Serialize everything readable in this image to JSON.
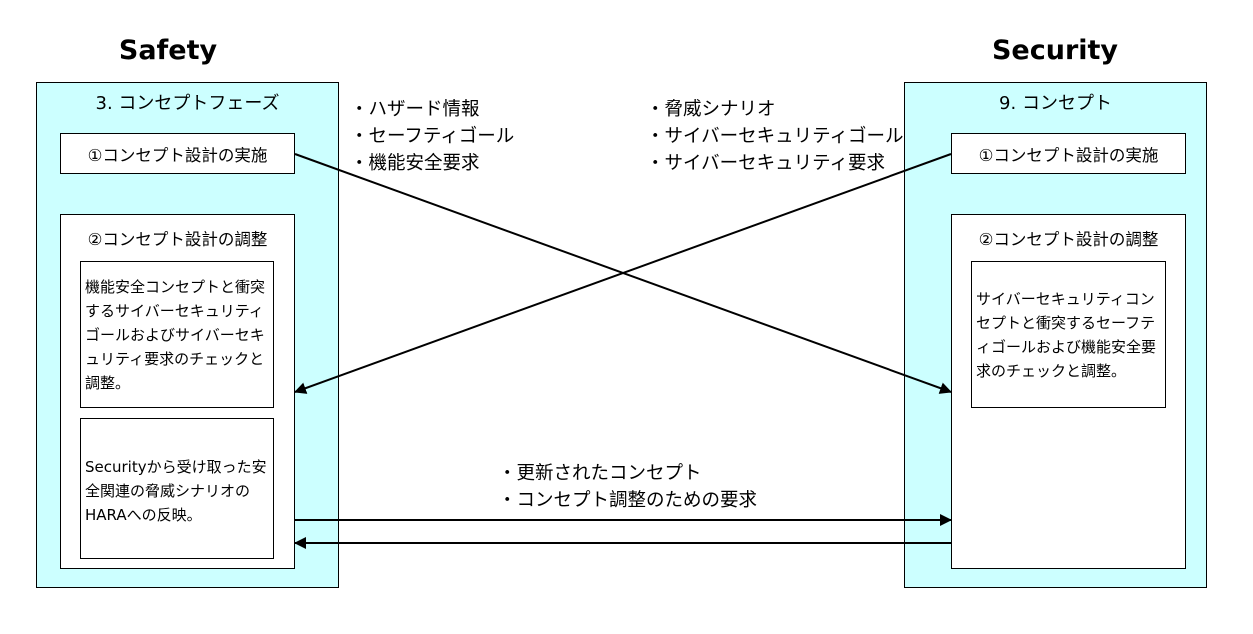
{
  "headings": {
    "left": "Safety",
    "right": "Security"
  },
  "left_phase": {
    "title": "3. コンセプトフェーズ",
    "step1": "①コンセプト設計の実施",
    "step2": "②コンセプト設計の調整",
    "note1": "機能安全コンセプトと衝突するサイバーセキュリティゴールおよびサイバーセキュリティ要求のチェックと調整。",
    "note2": "Securityから受け取った安全関連の脅威シナリオのHARAへの反映。"
  },
  "right_phase": {
    "title": "9. コンセプト",
    "step1": "①コンセプト設計の実施",
    "step2": "②コンセプト設計の調整",
    "note1": "サイバーセキュリティコンセプトと衝突するセーフティゴールおよび機能安全要求のチェックと調整。"
  },
  "flows": {
    "safety_to_security": [
      "ハザード情報",
      "セーフティゴール",
      "機能安全要求"
    ],
    "security_to_safety": [
      "脅威シナリオ",
      "サイバーセキュリティゴール",
      "サイバーセキュリティ要求"
    ],
    "bidirectional": [
      "更新されたコンセプト",
      "コンセプト調整のための要求"
    ]
  },
  "colors": {
    "phase_fill": "#ccffff",
    "line": "#000000"
  }
}
